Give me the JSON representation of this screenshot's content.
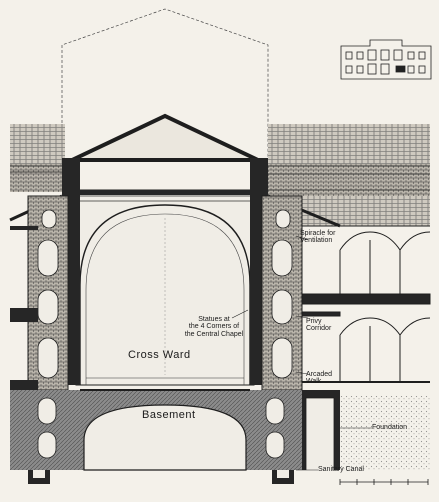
{
  "labels": {
    "spiracle": [
      "Spiracle for",
      "Ventilation"
    ],
    "statues": [
      "Statues at",
      "the 4 Corners of",
      "the Central Chapel"
    ],
    "cross_ward": "Cross Ward",
    "privy": [
      "Privy",
      "Corridor"
    ],
    "arcaded": [
      "Arcaded",
      "Walk"
    ],
    "basement": "Basement",
    "foundation": "Foundation",
    "sanitary": "Sanitary Canal"
  },
  "colors": {
    "ink": "#1e1e1e",
    "paper": "#f4f1ea",
    "wall": "#2a2a2a",
    "ground": "#6e6e6e",
    "roof_tile": "#8a8a8a"
  }
}
